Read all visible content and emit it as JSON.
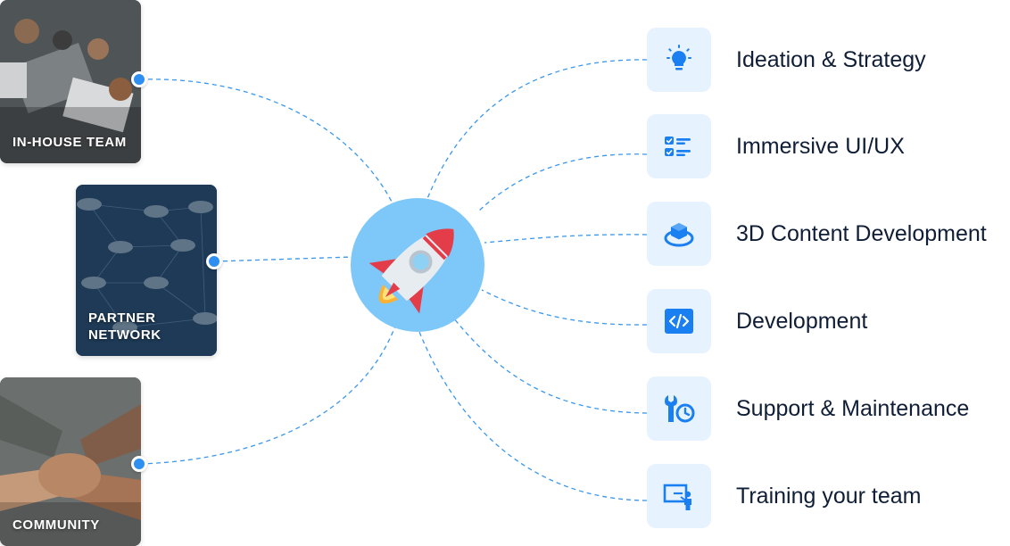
{
  "colors": {
    "accent": "#2f8ff0",
    "icon_bg": "#e6f2fd",
    "hub_bg": "#7ec7f9",
    "text": "#0f1e36"
  },
  "sources": [
    {
      "id": "inhouse",
      "label": "IN-HOUSE TEAM"
    },
    {
      "id": "partner",
      "label": "PARTNER\nNETWORK"
    },
    {
      "id": "community",
      "label": "COMMUNITY"
    }
  ],
  "hub": {
    "icon": "rocket-icon"
  },
  "services": [
    {
      "label": "Ideation & Strategy",
      "icon": "lightbulb-icon"
    },
    {
      "label": "Immersive UI/UX",
      "icon": "checklist-icon"
    },
    {
      "label": "3D Content Development",
      "icon": "3d-cube-icon"
    },
    {
      "label": "Development",
      "icon": "code-icon"
    },
    {
      "label": "Support & Maintenance",
      "icon": "wrench-clock-icon"
    },
    {
      "label": "Training your team",
      "icon": "presentation-icon"
    }
  ]
}
